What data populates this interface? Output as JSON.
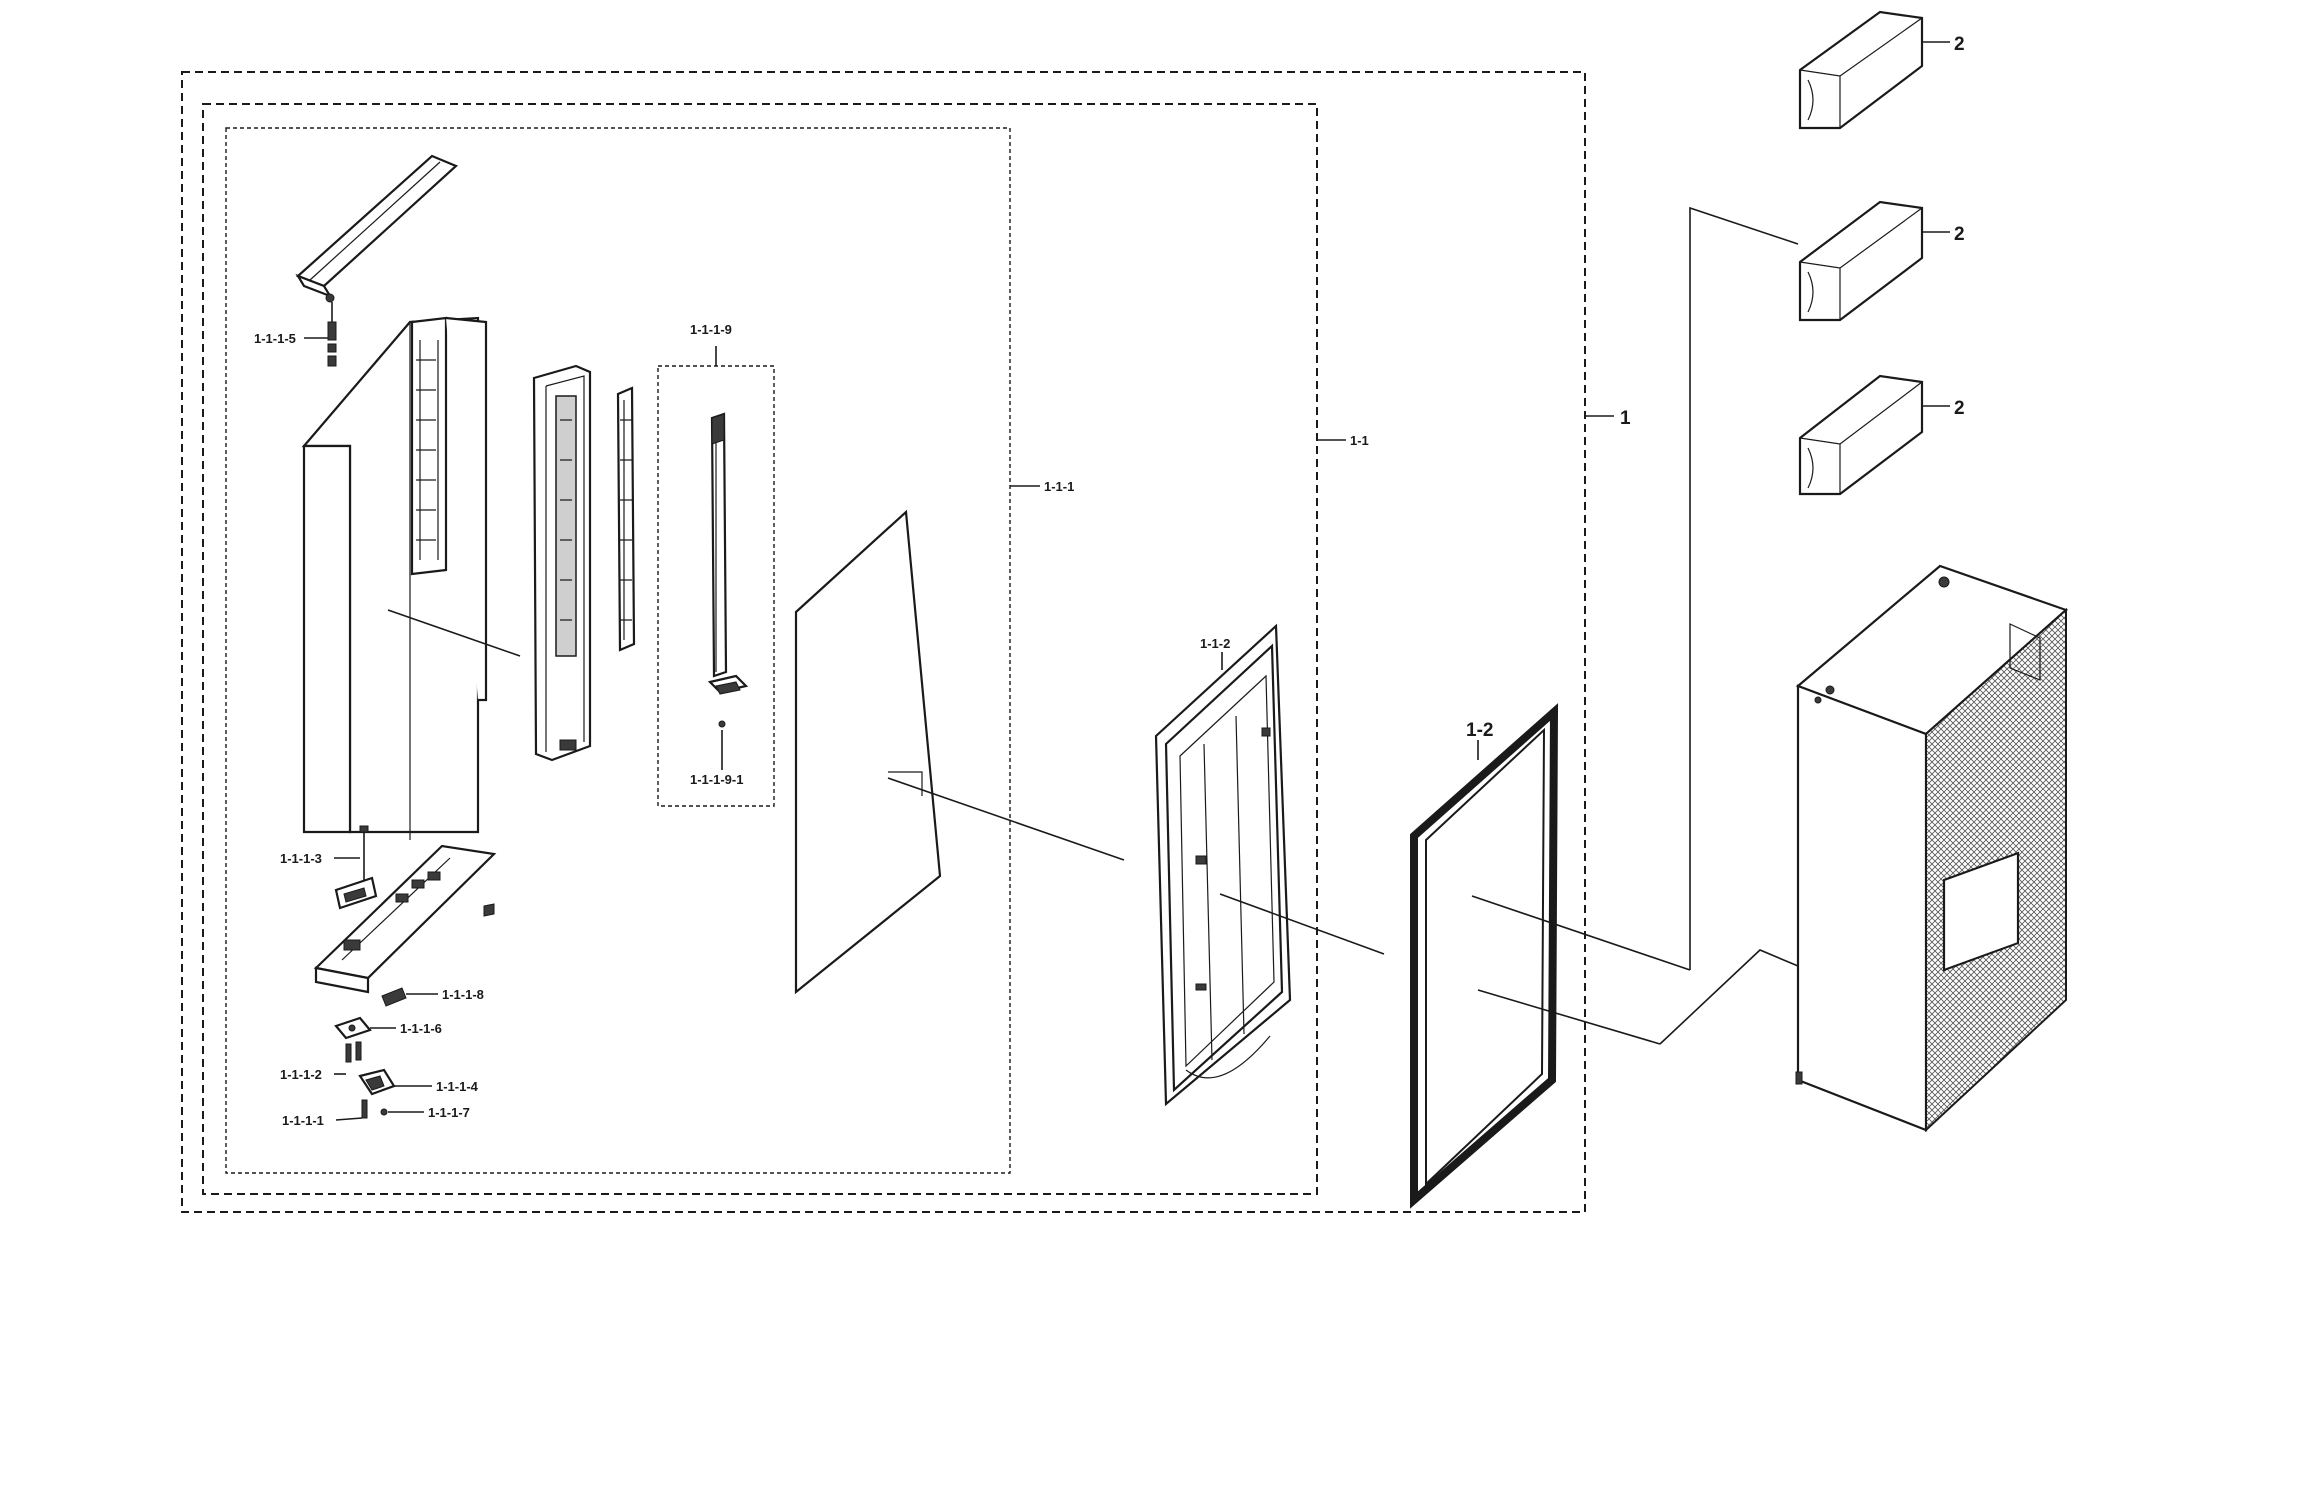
{
  "labels": {
    "assembly_1": "1",
    "assembly_1_1": "1-1",
    "assembly_1_1_1": "1-1-1",
    "part_1_1_1_1": "1-1-1-1",
    "part_1_1_1_2": "1-1-1-2",
    "part_1_1_1_3": "1-1-1-3",
    "part_1_1_1_4": "1-1-1-4",
    "part_1_1_1_5": "1-1-1-5",
    "part_1_1_1_6": "1-1-1-6",
    "part_1_1_1_7": "1-1-1-7",
    "part_1_1_1_8": "1-1-1-8",
    "part_1_1_1_9": "1-1-1-9",
    "part_1_1_1_9_1": "1-1-1-9-1",
    "part_1_1_2": "1-1-2",
    "part_1_2": "1-2",
    "part_2": "2"
  }
}
